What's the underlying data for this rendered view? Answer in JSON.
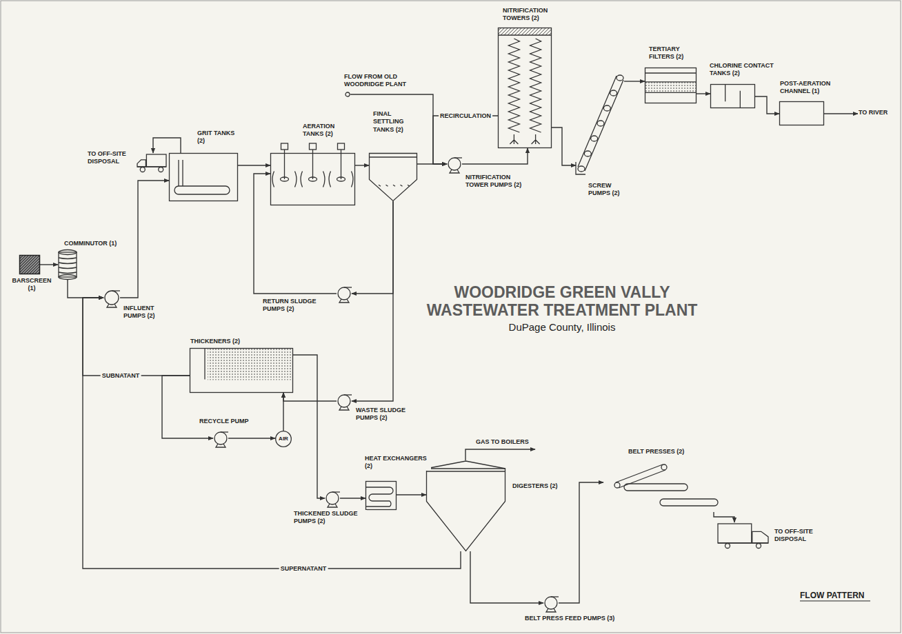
{
  "diagram": {
    "title": "WOODRIDGE GREEN VALLY WASTEWATER TREATMENT PLANT",
    "nodes": [
      {
        "text": [
          "BARSCREEN (1)"
        ]
      },
      {
        "text": [
          "COMMINUTOR (1)"
        ]
      },
      {
        "text": [
          "INFLUENT PUMPS (2)"
        ]
      },
      {
        "text": [
          "TO OFF-SITE DISPOSAL"
        ]
      },
      {
        "text": [
          "GRIT TANKS (2)"
        ]
      },
      {
        "text": [
          "AERATION TANKS (2)"
        ]
      },
      {
        "text": [
          "FINAL SETTLING TANKS (2)"
        ]
      },
      {
        "text": [
          "FLOW FROM OLD WOODRIDGE PLANT"
        ]
      },
      {
        "text": [
          "NITRIFICATION TOWER PUMPS (2)"
        ]
      },
      {
        "text": [
          "NITRIFICATION TOWERS (2)"
        ]
      },
      {
        "text": [
          "SCREW PUMPS (2)"
        ]
      },
      {
        "text": [
          "TERTIARY FILTERS (2)"
        ]
      },
      {
        "text": [
          "CHLORINE CONTACT TANKS (2)"
        ]
      },
      {
        "text": [
          "POST-AERATION CHANNEL (1)"
        ]
      },
      {
        "text": [
          "TO RIVER"
        ]
      },
      {
        "text": [
          "RETURN SLUDGE PUMPS (2)"
        ]
      },
      {
        "text": [
          "THICKENERS (2)"
        ]
      },
      {
        "text": [
          "WASTE SLUDGE PUMPS (2)"
        ]
      },
      {
        "text": [
          "RECYCLE PUMP"
        ]
      },
      {
        "text": [
          "AIR"
        ]
      },
      {
        "text": [
          "THICKENED SLUDGE PUMPS (2)"
        ]
      },
      {
        "text": [
          "HEAT EXCHANGERS (2)"
        ]
      },
      {
        "text": [
          "DIGESTERS (2)"
        ]
      },
      {
        "text": [
          "BELT PRESS FEED PUMPS (3)"
        ]
      },
      {
        "text": [
          "BELT PRESSES (2)"
        ]
      },
      {
        "text": [
          "TO OFF-SITE DISPOSAL"
        ]
      }
    ],
    "edges": [
      {
        "from": 0,
        "to": 1,
        "arrow": "to"
      },
      {
        "from": 1,
        "to": 2,
        "arrow": "to"
      },
      {
        "from": 2,
        "to": 4,
        "arrow": "to"
      },
      {
        "from": 4,
        "to": 3,
        "arrow": "to"
      },
      {
        "from": 4,
        "to": 5,
        "arrow": "to"
      },
      {
        "from": 5,
        "to": 6,
        "arrow": "to"
      },
      {
        "from": 6,
        "to": 8,
        "arrow": "to"
      },
      {
        "from": 7,
        "to": 8,
        "arrow": "to"
      },
      {
        "from": 8,
        "to": 9,
        "arrow": "to"
      },
      {
        "from": 9,
        "to": 8,
        "label": "RECIRCULATION",
        "arrow": "to"
      },
      {
        "from": 9,
        "to": 10,
        "arrow": "to"
      },
      {
        "from": 10,
        "to": 11,
        "arrow": "to"
      },
      {
        "from": 11,
        "to": 12,
        "arrow": "to"
      },
      {
        "from": 12,
        "to": 13,
        "arrow": "to"
      },
      {
        "from": 13,
        "to": 14,
        "arrow": "to"
      },
      {
        "from": 6,
        "to": 15,
        "arrow": "to"
      },
      {
        "from": 15,
        "to": 5,
        "arrow": "to"
      },
      {
        "from": 6,
        "to": 17,
        "arrow": "to"
      },
      {
        "from": 17,
        "to": 16,
        "arrow": "to"
      },
      {
        "from": 16,
        "to": 2,
        "label": "SUBNATANT",
        "arrow": "to"
      },
      {
        "from": 16,
        "to": 18,
        "arrow": "to"
      },
      {
        "from": 18,
        "to": 19,
        "arrow": "to"
      },
      {
        "from": 19,
        "to": 16,
        "arrow": "to"
      },
      {
        "from": 16,
        "to": 20,
        "arrow": "to"
      },
      {
        "from": 20,
        "to": 21,
        "arrow": "to"
      },
      {
        "from": 21,
        "to": 22,
        "arrow": "to"
      },
      {
        "from": 22,
        "to": 2,
        "label": "SUPERNATANT",
        "arrow": "to"
      },
      {
        "from": 22,
        "to": 23,
        "arrow": "to"
      },
      {
        "from": 23,
        "to": 24,
        "arrow": "to"
      },
      {
        "from": 24,
        "to": 25,
        "arrow": "to"
      }
    ],
    "labels": [
      "DuPage County, Illinois",
      "GAS TO BOILERS",
      "FLOW PATTERN"
    ]
  }
}
